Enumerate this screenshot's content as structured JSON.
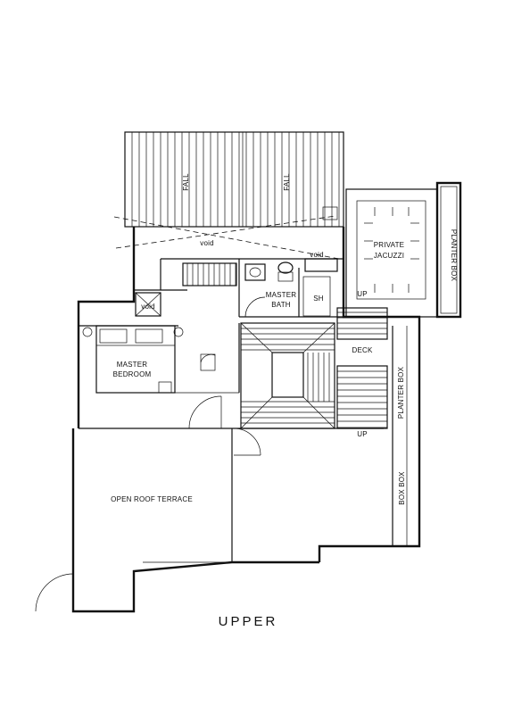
{
  "plan": {
    "title": "UPPER",
    "labels": {
      "fall_left": "FALL",
      "fall_right": "FALL",
      "void_top": "void",
      "void_right": "void",
      "void_left": "void",
      "private_jacuzzi_1": "PRIVATE",
      "private_jacuzzi_2": "JACUZZI",
      "planter_box_top": "PLANTER BOX",
      "master_bath_1": "MASTER",
      "master_bath_2": "BATH",
      "sh": "SH",
      "up_top": "UP",
      "deck": "DECK",
      "master_bedroom_1": "MASTER",
      "master_bedroom_2": "BEDROOM",
      "planter_box_right": "PLANTER BOX",
      "up_bottom": "UP",
      "box_box": "BOX BOX",
      "open_roof_terrace": "OPEN ROOF TERRACE"
    }
  }
}
